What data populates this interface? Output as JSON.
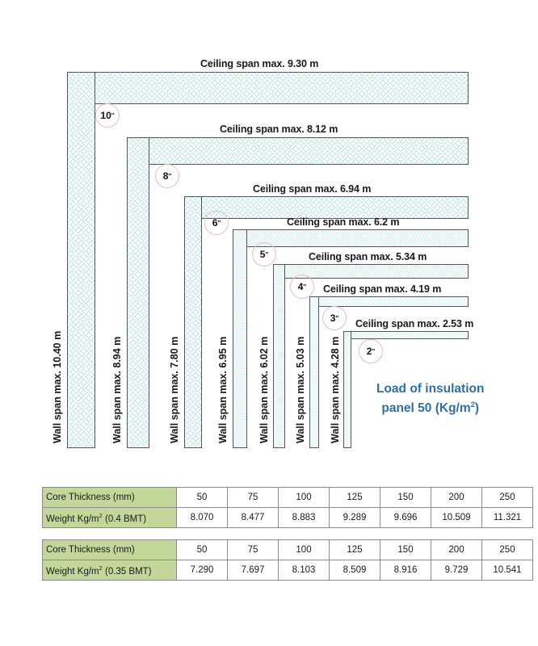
{
  "diagram": {
    "legend": {
      "line1": "Load of insulation",
      "line2_pre": "panel 50 (Kg/m",
      "line2_sup": "2",
      "line2_post": ")"
    },
    "assemblies": [
      {
        "marker": "10",
        "ceiling_label": "Ceiling span max.  9.30 m",
        "wall_label": "Wall span max. 10.40 m",
        "ceiling_span_m": 9.3,
        "wall_span_m": 10.4,
        "thickness_in": 10
      },
      {
        "marker": "8",
        "ceiling_label": "Ceiling span max. 8.12 m",
        "wall_label": "Wall span max. 8.94 m",
        "ceiling_span_m": 8.12,
        "wall_span_m": 8.94,
        "thickness_in": 8
      },
      {
        "marker": "6",
        "ceiling_label": "Ceiling span max. 6.94 m",
        "wall_label": "Wall span max. 7.80 m",
        "ceiling_span_m": 6.94,
        "wall_span_m": 7.8,
        "thickness_in": 6
      },
      {
        "marker": "5",
        "ceiling_label": "Ceiling span max.  6.2 m",
        "wall_label": "Wall span max. 6.95 m",
        "ceiling_span_m": 6.2,
        "wall_span_m": 6.95,
        "thickness_in": 5
      },
      {
        "marker": "4",
        "ceiling_label": "Ceiling span max.  5.34 m",
        "wall_label": "Wall span max. 6.02 m",
        "ceiling_span_m": 5.34,
        "wall_span_m": 6.02,
        "thickness_in": 4
      },
      {
        "marker": "3",
        "ceiling_label": "Ceiling span max. 4.19  m",
        "wall_label": "Wall span max. 5.03 m",
        "ceiling_span_m": 4.19,
        "wall_span_m": 5.03,
        "thickness_in": 3
      },
      {
        "marker": "2",
        "ceiling_label": "Ceiling span max. 2.53  m",
        "wall_label": "Wall span max. 4.28 m",
        "ceiling_span_m": 2.53,
        "wall_span_m": 4.28,
        "thickness_in": 2
      }
    ]
  },
  "tables": [
    {
      "row_header_1": "Core Thickness (mm)",
      "row_header_2_pre": "Weight Kg/m",
      "row_header_2_sup": "2",
      "row_header_2_post": " (0.4 BMT)",
      "thickness": [
        "50",
        "75",
        "100",
        "125",
        "150",
        "200",
        "250"
      ],
      "weights": [
        "8.070",
        "8.477",
        "8.883",
        "9.289",
        "9.696",
        "10.509",
        "11.321"
      ]
    },
    {
      "row_header_1": "Core Thickness (mm)",
      "row_header_2_pre": "Weight Kg/m",
      "row_header_2_sup": "2",
      "row_header_2_post": " (0.35 BMT)",
      "thickness": [
        "50",
        "75",
        "100",
        "125",
        "150",
        "200",
        "250"
      ],
      "weights": [
        "7.290",
        "7.697",
        "8.103",
        "8.509",
        "8.916",
        "9.729",
        "10.541"
      ]
    }
  ],
  "colors": {
    "honeycomb": "#bfe2e4",
    "outline": "#555555",
    "header_green": "#c4d79b",
    "legend_blue": "#2f6fa8",
    "marker_ring": "#e6bcbc"
  }
}
